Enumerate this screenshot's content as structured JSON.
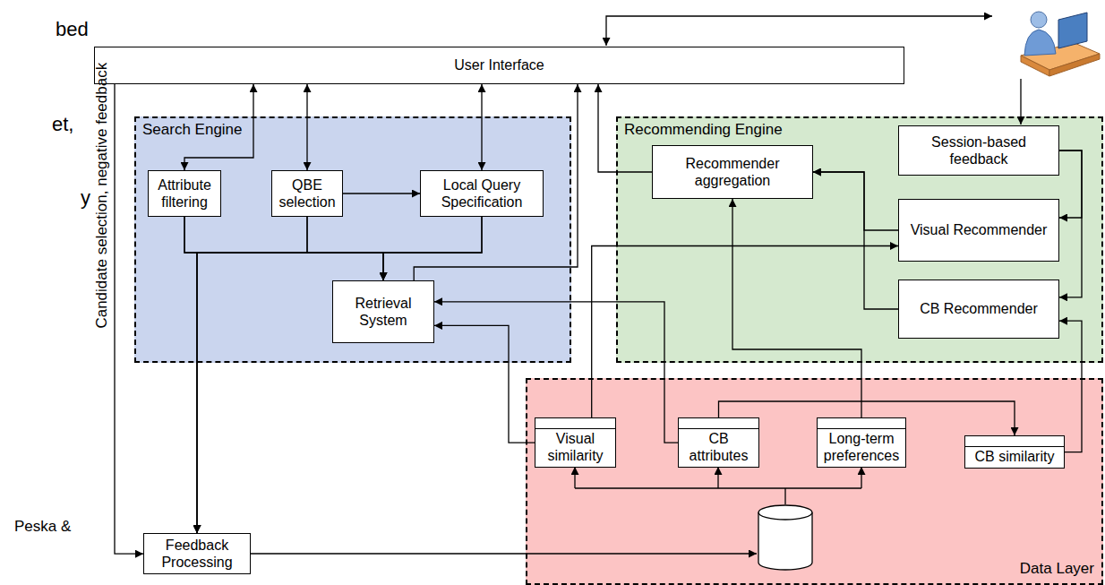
{
  "diagram": {
    "nodes": [
      {
        "text": [
          "User Interface"
        ]
      },
      {
        "text": [
          "Search Engine"
        ]
      },
      {
        "text": [
          "Attribute filtering"
        ],
        "in": 1
      },
      {
        "text": [
          "QBE selection"
        ],
        "in": 1
      },
      {
        "text": [
          "Local Query Specification"
        ],
        "in": 1
      },
      {
        "text": [
          "Retrieval System"
        ],
        "in": 1
      },
      {
        "text": [
          "Recommending Engine"
        ]
      },
      {
        "text": [
          "Recommender aggregation"
        ],
        "in": 6
      },
      {
        "text": [
          "Session-based feedback"
        ],
        "in": 6
      },
      {
        "text": [
          "Visual Recommender"
        ],
        "in": 6
      },
      {
        "text": [
          "CB Recommender"
        ],
        "in": 6
      },
      {
        "text": [
          "Data Layer"
        ]
      },
      {
        "text": [
          "Visual similarity"
        ],
        "in": 11
      },
      {
        "text": [
          "CB attributes"
        ],
        "in": 11
      },
      {
        "text": [
          "Long-term preferences"
        ],
        "in": 11
      },
      {
        "text": [
          "CB similarity"
        ],
        "in": 11
      },
      {
        "text": [
          "Feedback Processing"
        ]
      }
    ],
    "edges": [
      {
        "from": 0,
        "to": 2,
        "arrow": "both"
      },
      {
        "from": 0,
        "to": 3,
        "arrow": "both"
      },
      {
        "from": 0,
        "to": 4,
        "arrow": "both"
      },
      {
        "from": 3,
        "to": 4,
        "arrow": "to"
      },
      {
        "from": 2,
        "to": 5,
        "arrow": "to"
      },
      {
        "from": 3,
        "to": 5,
        "arrow": "to"
      },
      {
        "from": 4,
        "to": 5,
        "arrow": "to"
      },
      {
        "from": 2,
        "to": 16,
        "arrow": "to"
      },
      {
        "from": 3,
        "to": 16,
        "arrow": "to"
      },
      {
        "from": 4,
        "to": 16,
        "arrow": "to"
      },
      {
        "from": 5,
        "to": 0,
        "arrow": "to"
      },
      {
        "from": 7,
        "to": 0,
        "arrow": "to"
      },
      {
        "from": 0,
        "to": 16,
        "label": "Candidate selection, negative feedback",
        "arrow": "to"
      },
      {
        "from": 9,
        "to": 7,
        "arrow": "to"
      },
      {
        "from": 10,
        "to": 7,
        "arrow": "to"
      },
      {
        "from": 8,
        "to": 9,
        "arrow": "to"
      },
      {
        "from": 8,
        "to": 10,
        "arrow": "to"
      },
      {
        "from": 12,
        "to": 5,
        "arrow": "to"
      },
      {
        "from": 13,
        "to": 5,
        "arrow": "to"
      },
      {
        "from": 12,
        "to": 9,
        "arrow": "to"
      },
      {
        "from": 13,
        "to": 15,
        "arrow": "to"
      },
      {
        "from": 14,
        "to": 7,
        "arrow": "to"
      },
      {
        "from": 15,
        "to": 10,
        "arrow": "to"
      }
    ],
    "labels": [
      "bed",
      "et,",
      "y",
      "Peska &"
    ]
  }
}
